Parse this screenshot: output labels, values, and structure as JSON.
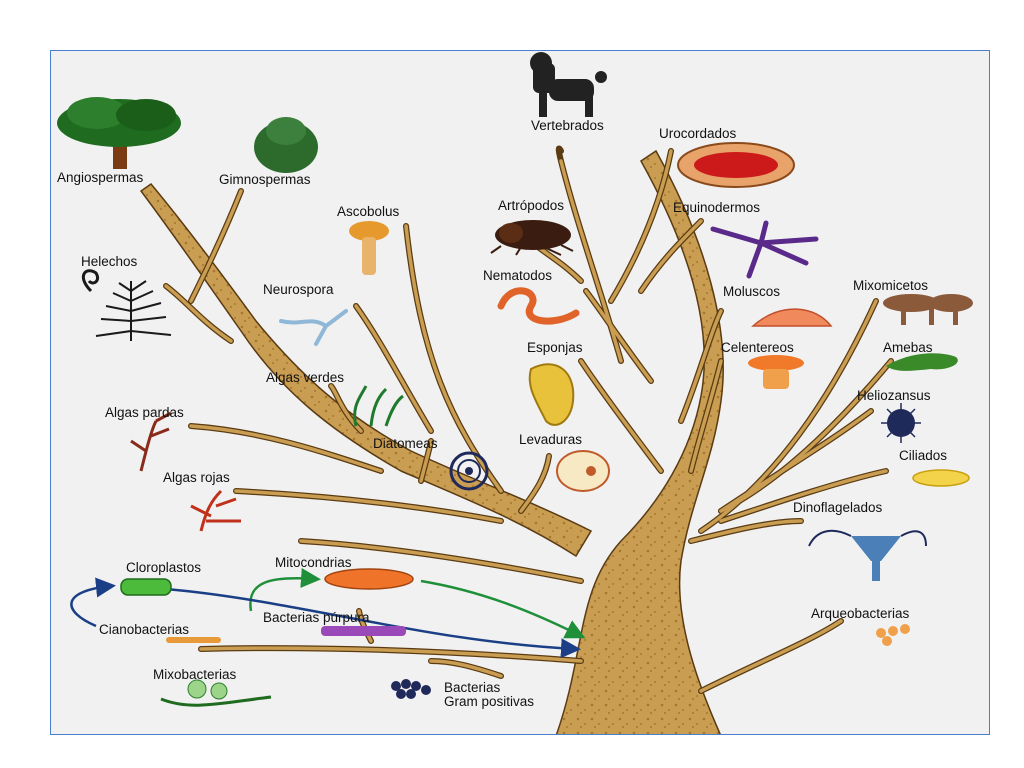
{
  "labels": {
    "vertebrados": "Vertebrados",
    "urocordados": "Urocordados",
    "angiospermas": "Angiospermas",
    "gimnospermas": "Gimnospermas",
    "ascobolus": "Ascobolus",
    "artropodos": "Artrópodos",
    "equinodermos": "Equinodermos",
    "helechos": "Helechos",
    "nematodos": "Nematodos",
    "neurospora": "Neurospora",
    "moluscos": "Moluscos",
    "mixomicetos": "Mixomicetos",
    "esponjas": "Esponjas",
    "celentereos": "Celentereos",
    "amebas": "Amebas",
    "algas_verdes": "Algas verdes",
    "heliozansus": "Heliozansus",
    "algas_pardas": "Algas pardas",
    "diatomeas": "Diatomeas",
    "levaduras": "Levaduras",
    "ciliados": "Ciliados",
    "algas_rojas": "Algas rojas",
    "dinoflagelados": "Dinoflagelados",
    "cloroplastos": "Cloroplastos",
    "mitocondrias": "Mitocondrias",
    "bacterias_purpura": "Bacterias púrpura",
    "cianobacterias": "Cianobacterias",
    "arqueobacterias": "Arqueobacterias",
    "mixobacterias": "Mixobacterias",
    "bacterias_gram_line1": "Bacterias",
    "bacterias_gram_line2": "Gram positivas"
  },
  "colors": {
    "frame_border": "#4a7fd0",
    "background": "#f1f1f1",
    "branch": "#c79a4e",
    "branch_outline": "#5a3b12",
    "arrow_green": "#1f8f3a",
    "arrow_blue": "#1b3f86"
  }
}
